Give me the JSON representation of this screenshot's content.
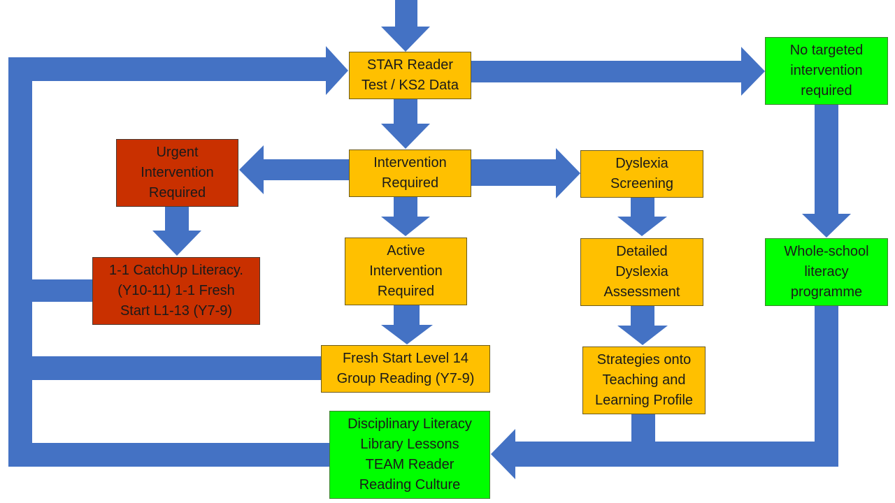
{
  "colors": {
    "arrow": "#4472c4",
    "amber": "#ffc000",
    "green": "#00ff00",
    "red": "#c93000"
  },
  "nodes": {
    "star_reader": "STAR Reader\nTest / KS2 Data",
    "no_targeted": "No targeted\nintervention\nrequired",
    "urgent": "Urgent\nIntervention\nRequired",
    "intervention_required": "Intervention\nRequired",
    "dyslexia_screening": "Dyslexia\nScreening",
    "catchup": "1-1 CatchUp Literacy.\n(Y10-11)  1-1 Fresh\nStart  L1-13 (Y7-9)",
    "active": "Active\nIntervention\nRequired",
    "detailed": "Detailed\nDyslexia\nAssessment",
    "whole_school": "Whole-school\nliteracy\nprogramme",
    "fresh_start_14": "Fresh Start Level 14\nGroup Reading (Y7-9)",
    "strategies": "Strategies onto\nTeaching and\nLearning Profile",
    "disciplinary": "Disciplinary Literacy\nLibrary Lessons\nTEAM Reader\nReading Culture"
  }
}
